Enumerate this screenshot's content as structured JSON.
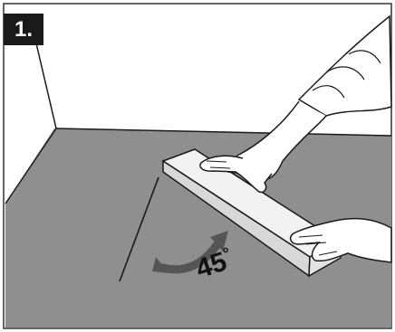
{
  "step": {
    "number": "1."
  },
  "angle": {
    "label": "45",
    "unit": "°"
  },
  "colors": {
    "floor": "#8f8f8f",
    "wall": "#ffffff",
    "line": "#1a1a1a",
    "badge": "#1a1a1a",
    "arrow": "#555555"
  },
  "icons": {
    "rotate-arrow": "double-curved-arrow"
  }
}
